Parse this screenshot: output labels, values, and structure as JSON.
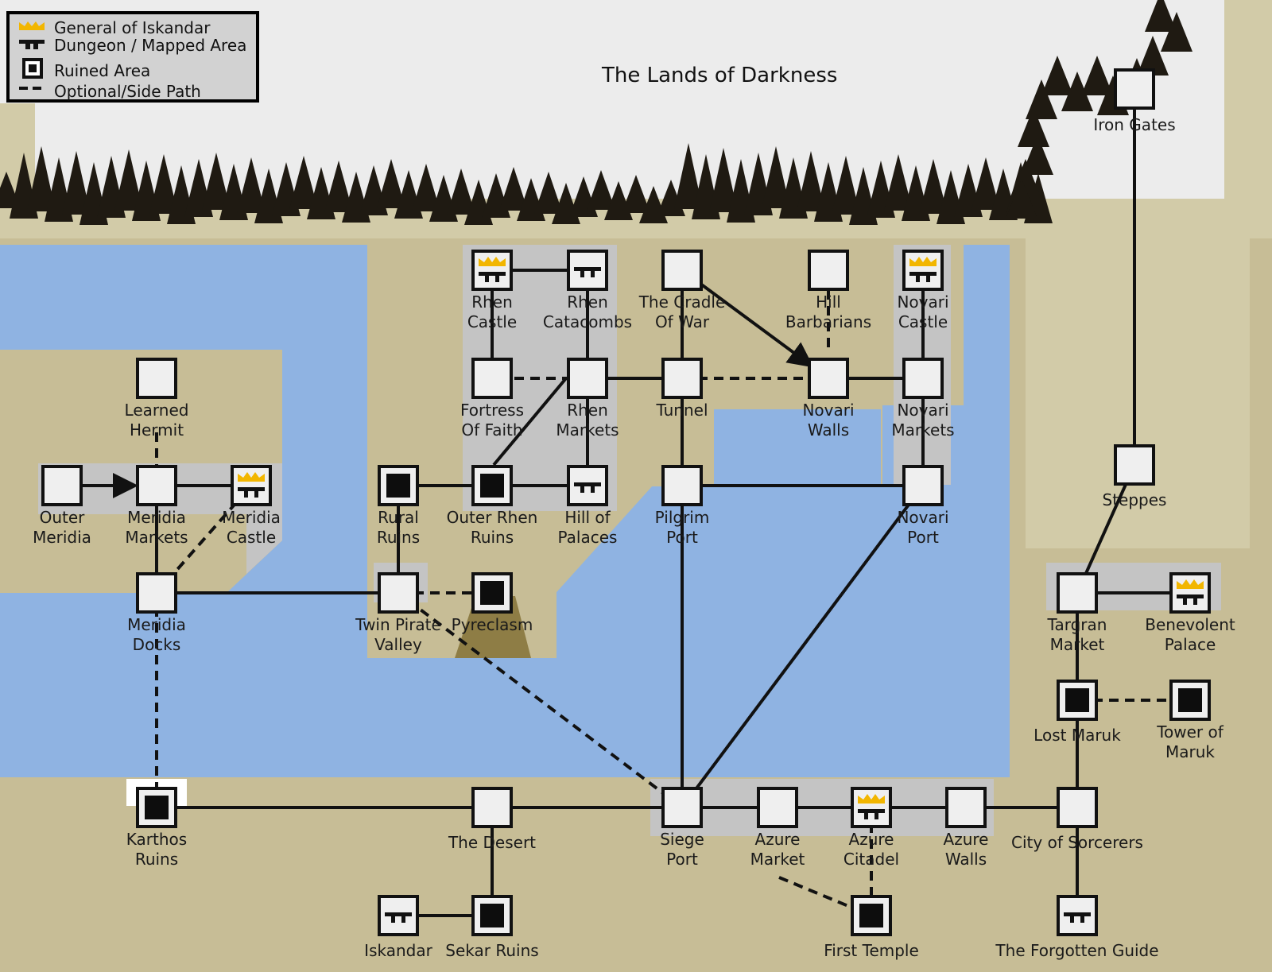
{
  "title": "The Lands of Darkness",
  "legend": [
    {
      "label": "General of Iskandar",
      "icon": "crown-icon"
    },
    {
      "label": "Dungeon / Mapped Area",
      "icon": "dungeon-icon"
    },
    {
      "label": "Ruined Area",
      "icon": "ruined-icon"
    },
    {
      "label": "Optional/Side Path",
      "icon": "dashed-line-icon"
    }
  ],
  "colors": {
    "land": "#c7bd96",
    "water": "#8fb3e2",
    "snow": "#ececec",
    "region": "#c4c4c4",
    "trees": "#1f1a12",
    "crown": "#f2b600",
    "node": "#efefef",
    "ruined": "#0d0d0d",
    "pyreclasm": "#8e7d45"
  },
  "locations": [
    {
      "id": "iron-gates",
      "label": [
        "Iron Gates"
      ],
      "kind": "plain"
    },
    {
      "id": "rhen-castle",
      "label": [
        "Rhen",
        "Castle"
      ],
      "kind": "general"
    },
    {
      "id": "rhen-catacombs",
      "label": [
        "Rhen",
        "Catacombs"
      ],
      "kind": "dungeon"
    },
    {
      "id": "the-cradle-of-war",
      "label": [
        "The Cradle",
        "Of War"
      ],
      "kind": "plain"
    },
    {
      "id": "hill-barbarians",
      "label": [
        "Hill",
        "Barbarians"
      ],
      "kind": "plain"
    },
    {
      "id": "novari-castle",
      "label": [
        "Novari",
        "Castle"
      ],
      "kind": "general"
    },
    {
      "id": "learned-hermit",
      "label": [
        "Learned",
        "Hermit"
      ],
      "kind": "plain"
    },
    {
      "id": "fortress-of-faith",
      "label": [
        "Fortress",
        "Of Faith"
      ],
      "kind": "plain"
    },
    {
      "id": "rhen-markets",
      "label": [
        "Rhen",
        "Markets"
      ],
      "kind": "plain"
    },
    {
      "id": "tunnel",
      "label": [
        "Tunnel"
      ],
      "kind": "plain"
    },
    {
      "id": "novari-walls",
      "label": [
        "Novari",
        "Walls"
      ],
      "kind": "plain"
    },
    {
      "id": "novari-markets",
      "label": [
        "Novari",
        "Markets"
      ],
      "kind": "plain"
    },
    {
      "id": "steppes",
      "label": [
        "Steppes"
      ],
      "kind": "plain"
    },
    {
      "id": "outer-meridia",
      "label": [
        "Outer",
        "Meridia"
      ],
      "kind": "plain"
    },
    {
      "id": "meridia-markets",
      "label": [
        "Meridia",
        "Markets"
      ],
      "kind": "plain"
    },
    {
      "id": "meridia-castle",
      "label": [
        "Meridia",
        "Castle"
      ],
      "kind": "general"
    },
    {
      "id": "rural-ruins",
      "label": [
        "Rural",
        "Ruins"
      ],
      "kind": "ruined"
    },
    {
      "id": "outer-rhen-ruins",
      "label": [
        "Outer Rhen",
        "Ruins"
      ],
      "kind": "ruined"
    },
    {
      "id": "hill-of-palaces",
      "label": [
        "Hill of",
        "Palaces"
      ],
      "kind": "dungeon"
    },
    {
      "id": "pilgrim-port",
      "label": [
        "Pilgrim",
        "Port"
      ],
      "kind": "plain"
    },
    {
      "id": "novari-port",
      "label": [
        "Novari",
        "Port"
      ],
      "kind": "plain"
    },
    {
      "id": "meridia-docks",
      "label": [
        "Meridia",
        "Docks"
      ],
      "kind": "plain"
    },
    {
      "id": "twin-pirate-valley",
      "label": [
        "Twin Pirate",
        "Valley"
      ],
      "kind": "plain"
    },
    {
      "id": "pyreclasm",
      "label": [
        "Pyreclasm"
      ],
      "kind": "ruined"
    },
    {
      "id": "targran-market",
      "label": [
        "Targran",
        "Market"
      ],
      "kind": "plain"
    },
    {
      "id": "benevolent-palace",
      "label": [
        "Benevolent",
        "Palace"
      ],
      "kind": "general"
    },
    {
      "id": "lost-maruk",
      "label": [
        "Lost Maruk"
      ],
      "kind": "ruined"
    },
    {
      "id": "tower-of-maruk",
      "label": [
        "Tower of",
        "Maruk"
      ],
      "kind": "ruined"
    },
    {
      "id": "karthos-ruins",
      "label": [
        "Karthos",
        "Ruins"
      ],
      "kind": "ruined"
    },
    {
      "id": "the-desert",
      "label": [
        "The Desert"
      ],
      "kind": "plain"
    },
    {
      "id": "siege-port",
      "label": [
        "Siege",
        "Port"
      ],
      "kind": "plain"
    },
    {
      "id": "azure-market",
      "label": [
        "Azure",
        "Market"
      ],
      "kind": "plain"
    },
    {
      "id": "azure-citadel",
      "label": [
        "Azure",
        "Citadel"
      ],
      "kind": "general"
    },
    {
      "id": "azure-walls",
      "label": [
        "Azure",
        "Walls"
      ],
      "kind": "plain"
    },
    {
      "id": "city-of-sorcerers",
      "label": [
        "City of Sorcerers"
      ],
      "kind": "plain"
    },
    {
      "id": "iskandar",
      "label": [
        "Iskandar"
      ],
      "kind": "dungeon"
    },
    {
      "id": "sekar-ruins",
      "label": [
        "Sekar Ruins"
      ],
      "kind": "ruined"
    },
    {
      "id": "first-temple",
      "label": [
        "First Temple"
      ],
      "kind": "ruined"
    },
    {
      "id": "the-forgotten-guide",
      "label": [
        "The Forgotten Guide"
      ],
      "kind": "dungeon"
    }
  ],
  "routes": [
    {
      "from": "iron-gates",
      "to": "steppes",
      "style": "solid"
    },
    {
      "from": "steppes",
      "to": "targran-market",
      "style": "solid"
    },
    {
      "from": "targran-market",
      "to": "benevolent-palace",
      "style": "solid"
    },
    {
      "from": "targran-market",
      "to": "lost-maruk",
      "style": "solid"
    },
    {
      "from": "lost-maruk",
      "to": "tower-of-maruk",
      "style": "dashed"
    },
    {
      "from": "lost-maruk",
      "to": "city-of-sorcerers",
      "style": "solid"
    },
    {
      "from": "city-of-sorcerers",
      "to": "the-forgotten-guide",
      "style": "solid"
    },
    {
      "from": "city-of-sorcerers",
      "to": "azure-walls",
      "style": "solid"
    },
    {
      "from": "azure-walls",
      "to": "azure-citadel",
      "style": "solid"
    },
    {
      "from": "azure-citadel",
      "to": "azure-market",
      "style": "solid"
    },
    {
      "from": "azure-citadel",
      "to": "first-temple",
      "style": "dashed"
    },
    {
      "from": "azure-market",
      "to": "first-temple",
      "style": "dashed"
    },
    {
      "from": "azure-market",
      "to": "siege-port",
      "style": "solid"
    },
    {
      "from": "siege-port",
      "to": "the-desert",
      "style": "solid"
    },
    {
      "from": "the-desert",
      "to": "karthos-ruins",
      "style": "solid"
    },
    {
      "from": "the-desert",
      "to": "sekar-ruins",
      "style": "solid"
    },
    {
      "from": "sekar-ruins",
      "to": "iskandar",
      "style": "solid"
    },
    {
      "from": "siege-port",
      "to": "pilgrim-port",
      "style": "solid"
    },
    {
      "from": "siege-port",
      "to": "novari-port",
      "style": "solid"
    },
    {
      "from": "siege-port",
      "to": "twin-pirate-valley",
      "style": "dashed"
    },
    {
      "from": "karthos-ruins",
      "to": "meridia-docks",
      "style": "dashed"
    },
    {
      "from": "meridia-docks",
      "to": "meridia-markets",
      "style": "solid"
    },
    {
      "from": "meridia-docks",
      "to": "meridia-castle",
      "style": "dashed"
    },
    {
      "from": "meridia-docks",
      "to": "twin-pirate-valley",
      "style": "solid"
    },
    {
      "from": "meridia-markets",
      "to": "meridia-castle",
      "style": "solid"
    },
    {
      "from": "outer-meridia",
      "to": "meridia-markets",
      "style": "arrow"
    },
    {
      "from": "meridia-markets",
      "to": "learned-hermit",
      "style": "dashed"
    },
    {
      "from": "twin-pirate-valley",
      "to": "rural-ruins",
      "style": "solid"
    },
    {
      "from": "twin-pirate-valley",
      "to": "pyreclasm",
      "style": "dashed"
    },
    {
      "from": "rural-ruins",
      "to": "outer-rhen-ruins",
      "style": "solid"
    },
    {
      "from": "outer-rhen-ruins",
      "to": "hill-of-palaces",
      "style": "solid"
    },
    {
      "from": "outer-rhen-ruins",
      "to": "rhen-markets",
      "style": "solid"
    },
    {
      "from": "hill-of-palaces",
      "to": "rhen-markets",
      "style": "solid"
    },
    {
      "from": "rhen-markets",
      "to": "fortress-of-faith",
      "style": "dashed"
    },
    {
      "from": "fortress-of-faith",
      "to": "rhen-castle",
      "style": "solid"
    },
    {
      "from": "rhen-castle",
      "to": "rhen-catacombs",
      "style": "solid"
    },
    {
      "from": "rhen-catacombs",
      "to": "rhen-markets",
      "style": "solid"
    },
    {
      "from": "rhen-markets",
      "to": "tunnel",
      "style": "solid"
    },
    {
      "from": "tunnel",
      "to": "the-cradle-of-war",
      "style": "solid"
    },
    {
      "from": "tunnel",
      "to": "pilgrim-port",
      "style": "solid"
    },
    {
      "from": "tunnel",
      "to": "novari-walls",
      "style": "dashed"
    },
    {
      "from": "the-cradle-of-war",
      "to": "novari-walls",
      "style": "arrow"
    },
    {
      "from": "hill-barbarians",
      "to": "novari-walls",
      "style": "dashed"
    },
    {
      "from": "novari-walls",
      "to": "novari-markets",
      "style": "solid"
    },
    {
      "from": "novari-markets",
      "to": "novari-castle",
      "style": "solid"
    },
    {
      "from": "novari-markets",
      "to": "novari-port",
      "style": "solid"
    },
    {
      "from": "pilgrim-port",
      "to": "novari-port",
      "style": "solid"
    }
  ]
}
